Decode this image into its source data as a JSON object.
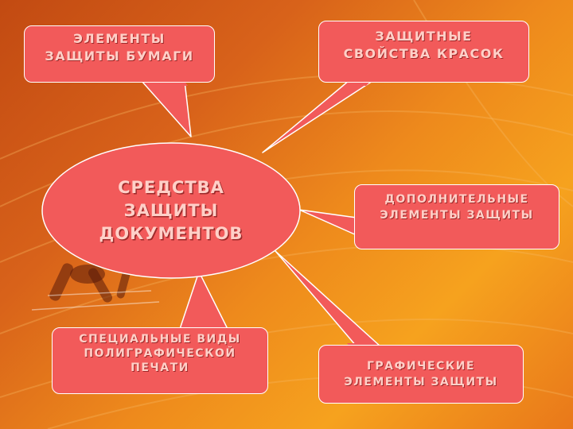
{
  "diagram": {
    "center": "СРЕДСТВА\nЗАЩИТЫ\nДОКУМЕНТОВ",
    "nodes": [
      {
        "id": "paper",
        "label": "ЭЛЕМЕНТЫ\nЗАЩИТЫ БУМАГИ"
      },
      {
        "id": "inks",
        "label": "ЗАЩИТНЫЕ\nСВОЙСТВА КРАСОК"
      },
      {
        "id": "additional",
        "label": "ДОПОЛНИТЕЛЬНЫЕ\nЭЛЕМЕНТЫ ЗАЩИТЫ"
      },
      {
        "id": "printing",
        "label": "СПЕЦИАЛЬНЫЕ ВИДЫ\nПОЛИГРАФИЧЕСКОЙ\nПЕЧАТИ"
      },
      {
        "id": "graphic",
        "label": "ГРАФИЧЕСКИЕ\nЭЛЕМЕНТЫ ЗАЩИТЫ"
      }
    ]
  },
  "colors": {
    "node_fill": "#f25a5a",
    "node_border": "#ffffff",
    "text": "#ffd0c8"
  }
}
